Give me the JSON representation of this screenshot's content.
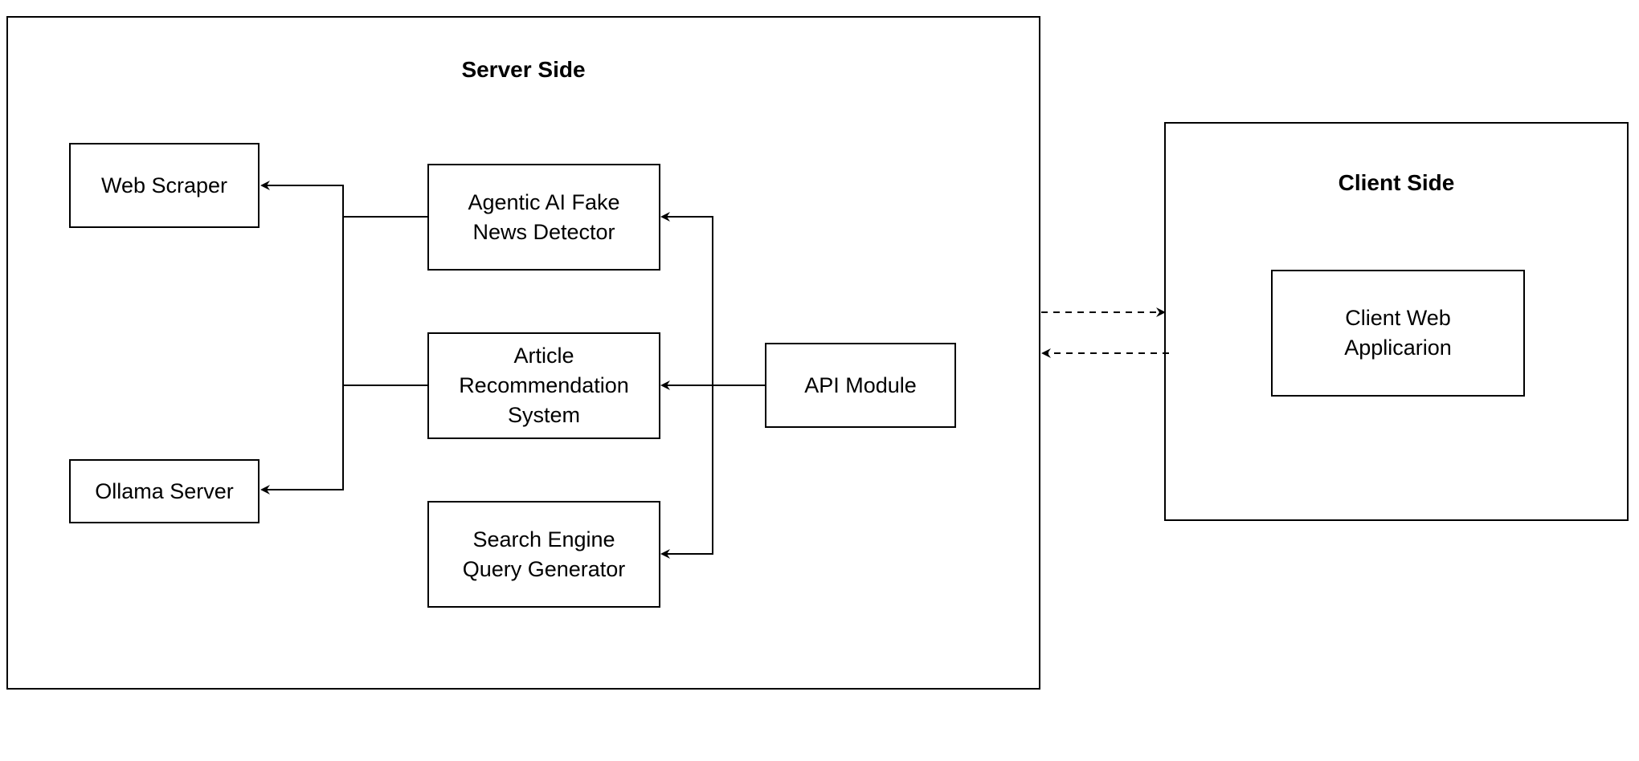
{
  "server": {
    "title": "Server Side",
    "nodes": {
      "web_scraper": "Web Scraper",
      "ollama_server": "Ollama Server",
      "fake_news_detector": "Agentic AI Fake\nNews Detector",
      "article_recommendation": "Article\nRecommendation\nSystem",
      "query_generator": "Search Engine\nQuery Generator",
      "api_module": "API Module"
    }
  },
  "client": {
    "title": "Client Side",
    "nodes": {
      "web_app": "Client Web\nApplicarion"
    }
  },
  "colors": {
    "stroke": "#000000",
    "background": "#ffffff"
  }
}
